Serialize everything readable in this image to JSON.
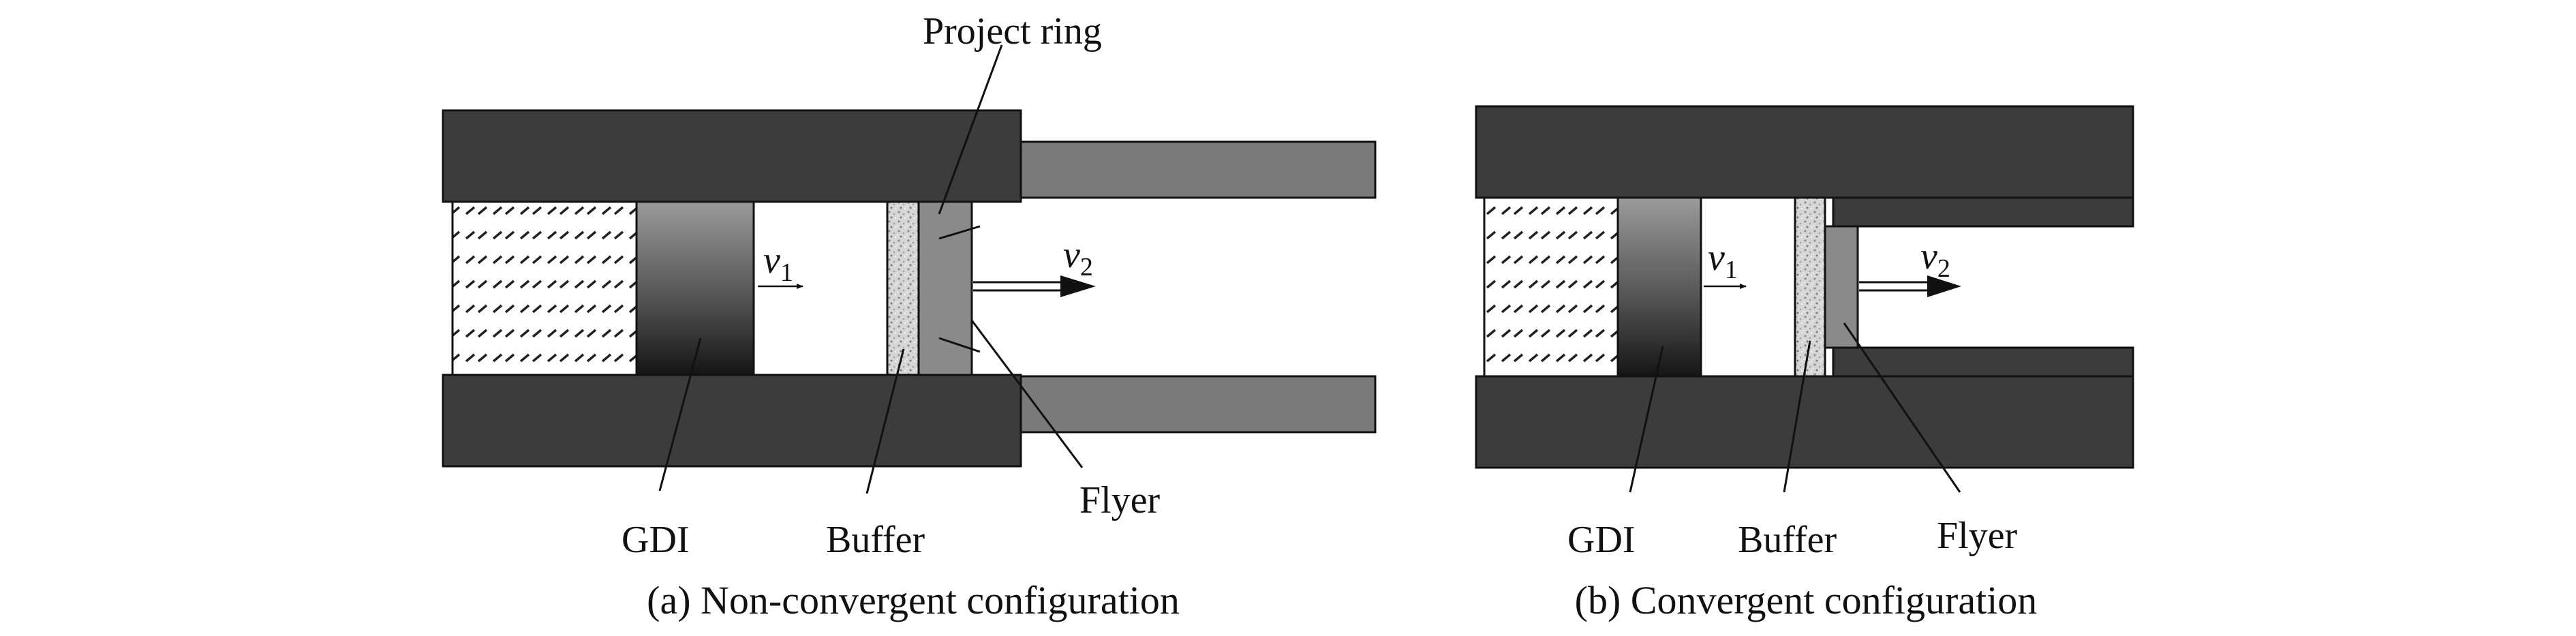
{
  "panels": {
    "a": {
      "caption": "(a) Non-convergent configuration",
      "labels": {
        "project_ring": "Project ring",
        "gdi": "GDI",
        "buffer": "Buffer",
        "flyer": "Flyer",
        "v1_symbol": "v",
        "v1_sub": "1",
        "v2_symbol": "v",
        "v2_sub": "2"
      }
    },
    "b": {
      "caption": "(b) Convergent configuration",
      "labels": {
        "gdi": "GDI",
        "buffer": "Buffer",
        "flyer": "Flyer",
        "v1_symbol": "v",
        "v1_sub": "1",
        "v2_symbol": "v",
        "v2_sub": "2"
      }
    }
  },
  "colors": {
    "barrel_dark": "#3c3c3c",
    "tube_mid": "#7a7a7a",
    "flyer_gray": "#8a8a8a",
    "buffer_speckle": "#d8d8d8",
    "explosive_hatch": "#222222",
    "gdi_gradient_top": "#9a9a9a",
    "gdi_gradient_bottom": "#151515",
    "line": "#111111"
  }
}
